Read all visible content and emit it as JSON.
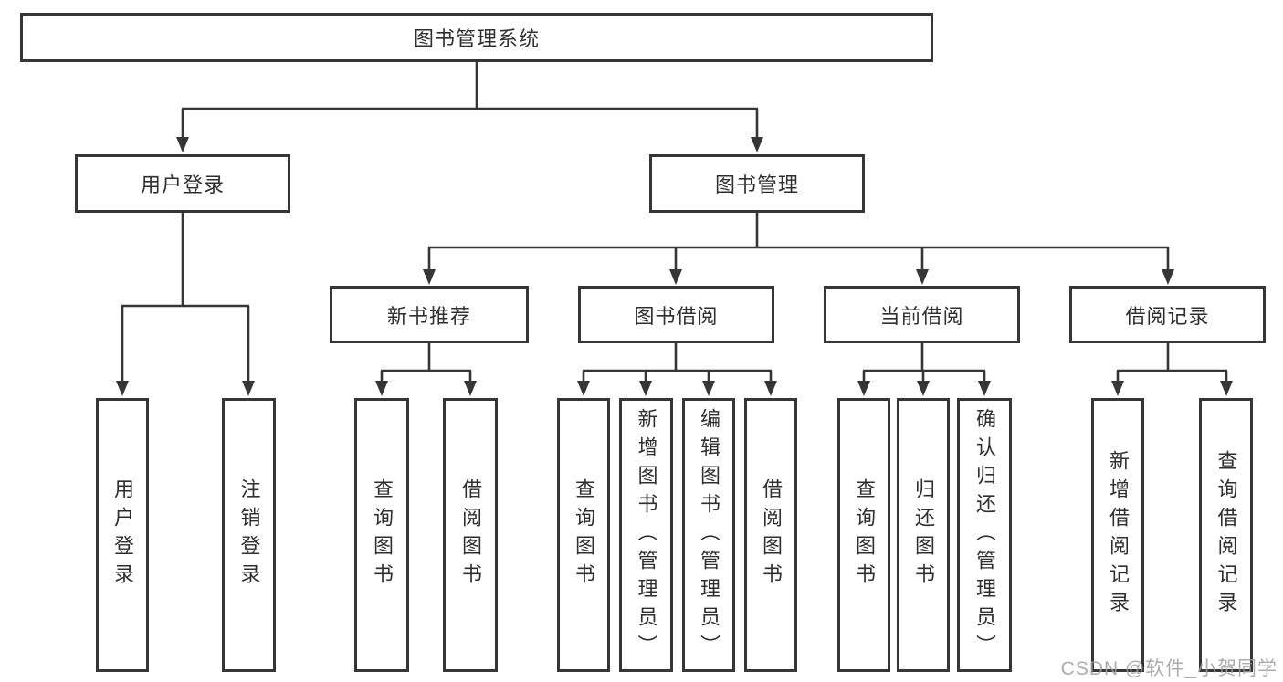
{
  "tree": {
    "root": "图书管理系统",
    "children": [
      {
        "label": "用户登录",
        "children": [
          "用户登录",
          "注销登录"
        ]
      },
      {
        "label": "图书管理",
        "children": [
          {
            "label": "新书推荐",
            "children": [
              "查询图书",
              "借阅图书"
            ]
          },
          {
            "label": "图书借阅",
            "children": [
              "查询图书",
              "新增图书（管理员）",
              "编辑图书（管理员）",
              "借阅图书"
            ]
          },
          {
            "label": "当前借阅",
            "children": [
              "查询图书",
              "归还图书",
              "确认归还（管理员）"
            ]
          },
          {
            "label": "借阅记录",
            "children": [
              "新增借阅记录",
              "查询借阅记录"
            ]
          }
        ]
      }
    ]
  },
  "watermark": "CSDN @软件_小贺同学",
  "colors": {
    "line": "#363636",
    "border": "#363636",
    "text": "#2f2f2f",
    "watermark": "#9e9e9e",
    "background": "#ffffff"
  }
}
